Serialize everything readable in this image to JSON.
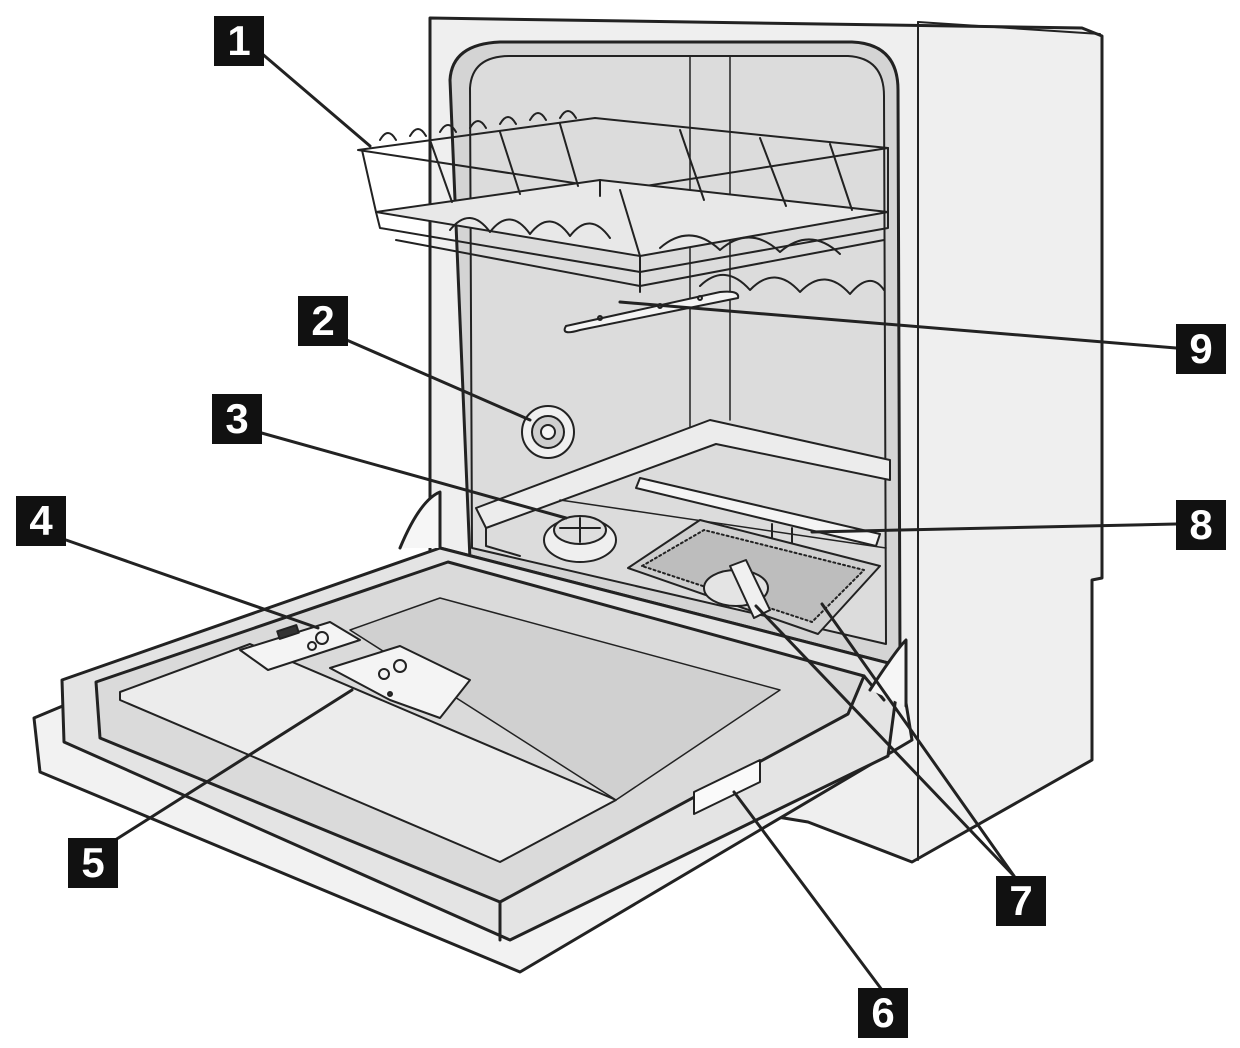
{
  "callouts": {
    "c1": "1",
    "c2": "2",
    "c3": "3",
    "c4": "4",
    "c5": "5",
    "c6": "6",
    "c7": "7",
    "c8": "8",
    "c9": "9"
  },
  "colors": {
    "outline": "#222222",
    "body_fill": "#efefef",
    "interior_fill": "#d6d6d6",
    "panel_fill": "#e6e6e6",
    "label_bg": "#111111",
    "label_text": "#ffffff"
  }
}
